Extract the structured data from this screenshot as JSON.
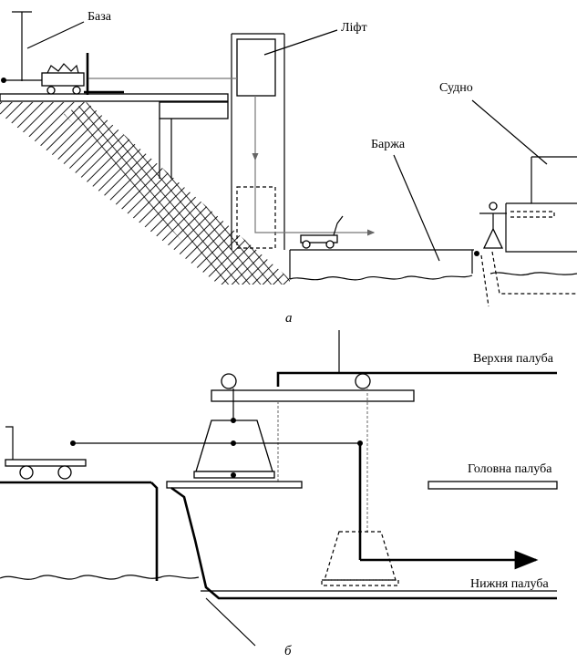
{
  "figure_a": {
    "label_base": "База",
    "label_lift": "Ліфт",
    "label_barge": "Баржа",
    "label_ship": "Судно",
    "caption": "а"
  },
  "figure_b": {
    "label_upper_deck": "Верхня палуба",
    "label_main_deck": "Головна палуба",
    "label_lower_deck": "Нижня палуба",
    "caption": "б"
  }
}
